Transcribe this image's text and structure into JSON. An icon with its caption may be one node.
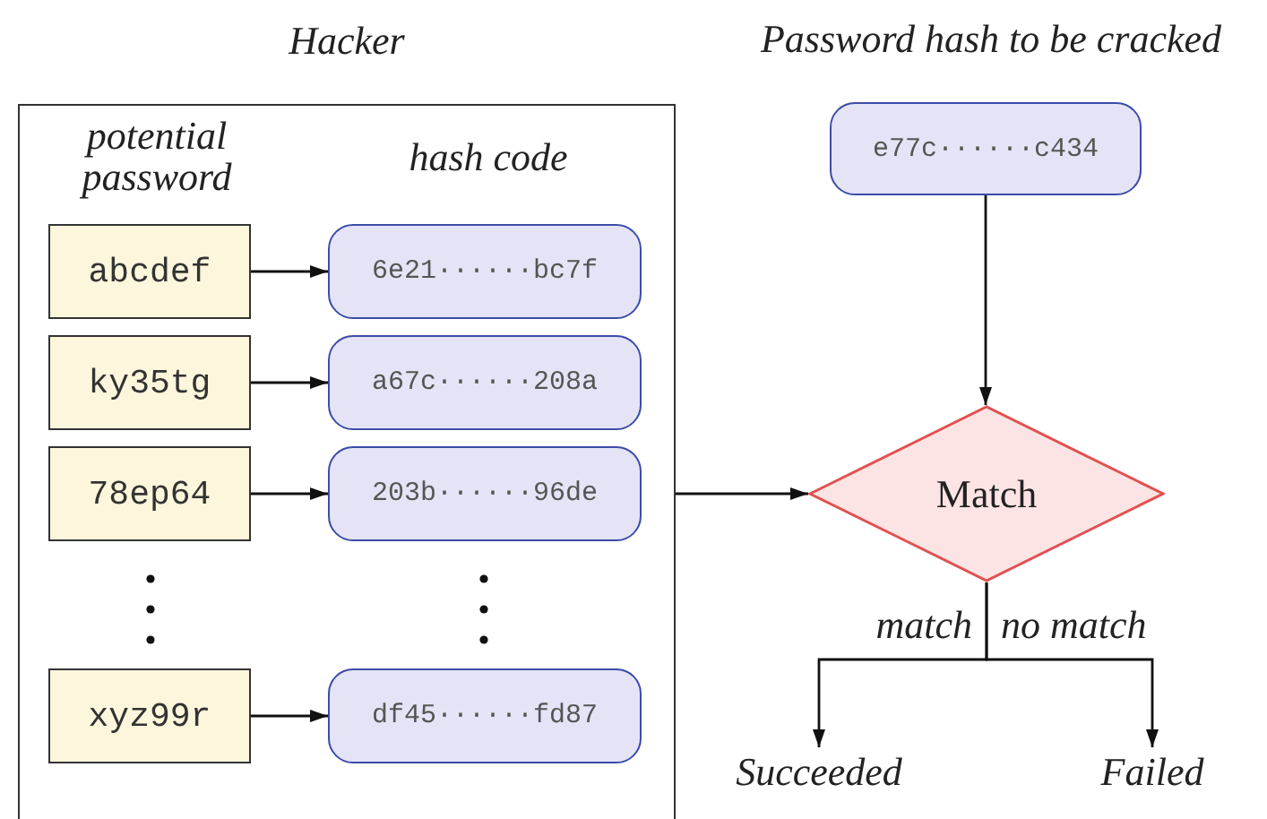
{
  "diagram": {
    "nodes": [
      {
        "text": [
          "Hacker"
        ]
      },
      {
        "text": [
          "abcdef"
        ],
        "in": 0
      },
      {
        "text": [
          "6e21······bc7f"
        ],
        "in": 0
      },
      {
        "text": [
          "ky35tg"
        ],
        "in": 0
      },
      {
        "text": [
          "a67c······208a"
        ],
        "in": 0
      },
      {
        "text": [
          "78ep64"
        ],
        "in": 0
      },
      {
        "text": [
          "203b······96de"
        ],
        "in": 0
      },
      {
        "text": [
          "xyz99r"
        ],
        "in": 0
      },
      {
        "text": [
          "df45······fd87"
        ],
        "in": 0
      },
      {
        "text": [
          "e77c······c434"
        ]
      },
      {
        "text": [
          "Match"
        ]
      },
      {
        "text": [
          "Succeeded"
        ]
      },
      {
        "text": [
          "Failed"
        ]
      }
    ],
    "edges": [
      {
        "from": 1,
        "to": 2,
        "arrow": "to"
      },
      {
        "from": 3,
        "to": 4,
        "arrow": "to"
      },
      {
        "from": 5,
        "to": 6,
        "arrow": "to"
      },
      {
        "from": 7,
        "to": 8,
        "arrow": "to"
      },
      {
        "from": 0,
        "to": 10,
        "arrow": "to"
      },
      {
        "from": 9,
        "to": 10,
        "arrow": "to"
      },
      {
        "from": 10,
        "to": 11,
        "arrow": "to",
        "label": "match"
      },
      {
        "from": 10,
        "to": 12,
        "arrow": "to",
        "label": "no match"
      }
    ],
    "labels": [
      "Password hash to be cracked",
      "potential password",
      "hash code"
    ]
  }
}
